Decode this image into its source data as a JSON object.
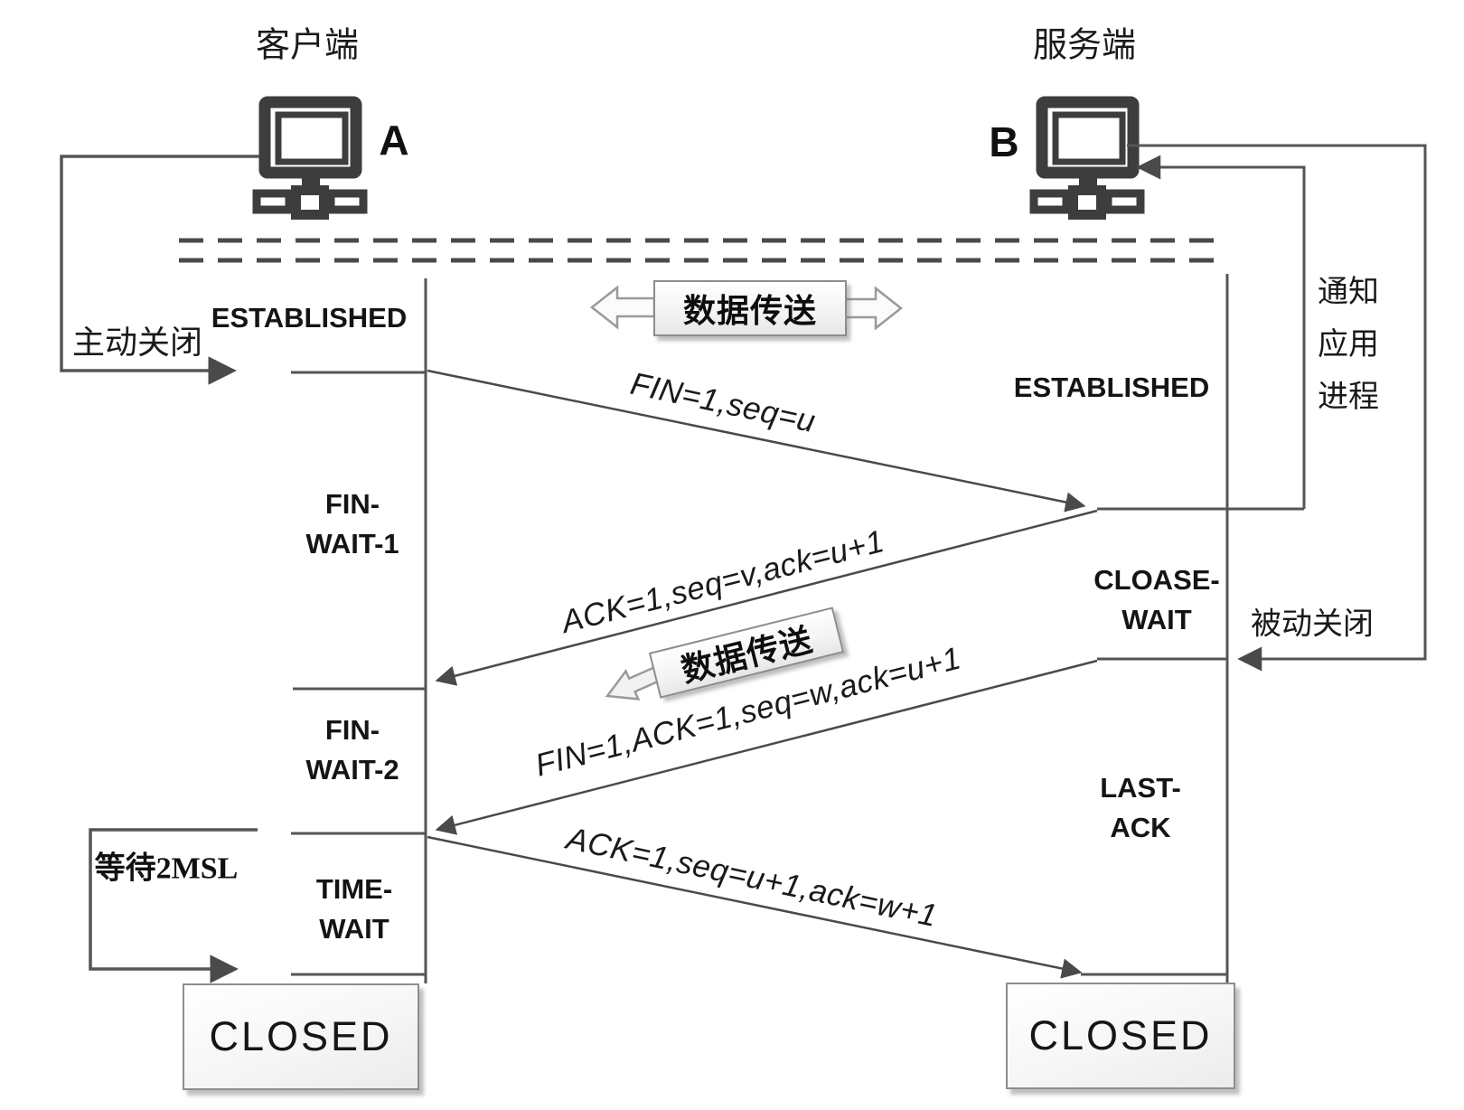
{
  "diagram_title": "TCP connection release (four-way handshake) sequence diagram",
  "client": {
    "title": "客户端",
    "node_label": "A",
    "annotations": {
      "active_close": "主动关闭",
      "wait_2msl": "等待2MSL"
    },
    "states": {
      "established": "ESTABLISHED",
      "fin_wait_1": {
        "line1": "FIN-",
        "line2": "WAIT-1"
      },
      "fin_wait_2": {
        "line1": "FIN-",
        "line2": "WAIT-2"
      },
      "time_wait": {
        "line1": "TIME-",
        "line2": "WAIT"
      },
      "closed": "CLOSED"
    }
  },
  "server": {
    "title": "服务端",
    "node_label": "B",
    "annotations": {
      "notify": {
        "line1": "通知",
        "line2": "应用",
        "line3": "进程"
      },
      "passive_close": "被动关闭"
    },
    "states": {
      "established": "ESTABLISHED",
      "close_wait": {
        "line1": "CLOASE-",
        "line2": "WAIT"
      },
      "last_ack": {
        "line1": "LAST-",
        "line2": "ACK"
      },
      "closed": "CLOSED"
    }
  },
  "data_transfer": {
    "top_label": "数据传送",
    "mid_label": "数据传送"
  },
  "messages": {
    "fin": "FIN=1,seq=u",
    "ack": "ACK=1,seq=v,ack=u+1",
    "fin_ack": "FIN=1,ACK=1,seq=w,ack=u+1",
    "last_ack": "ACK=1,seq=u+1,ack=w+1"
  },
  "colors": {
    "line": "#4a4a4a",
    "icon": "#3d3d3d",
    "box_border": "#8d8d8d",
    "text": "#111111"
  }
}
